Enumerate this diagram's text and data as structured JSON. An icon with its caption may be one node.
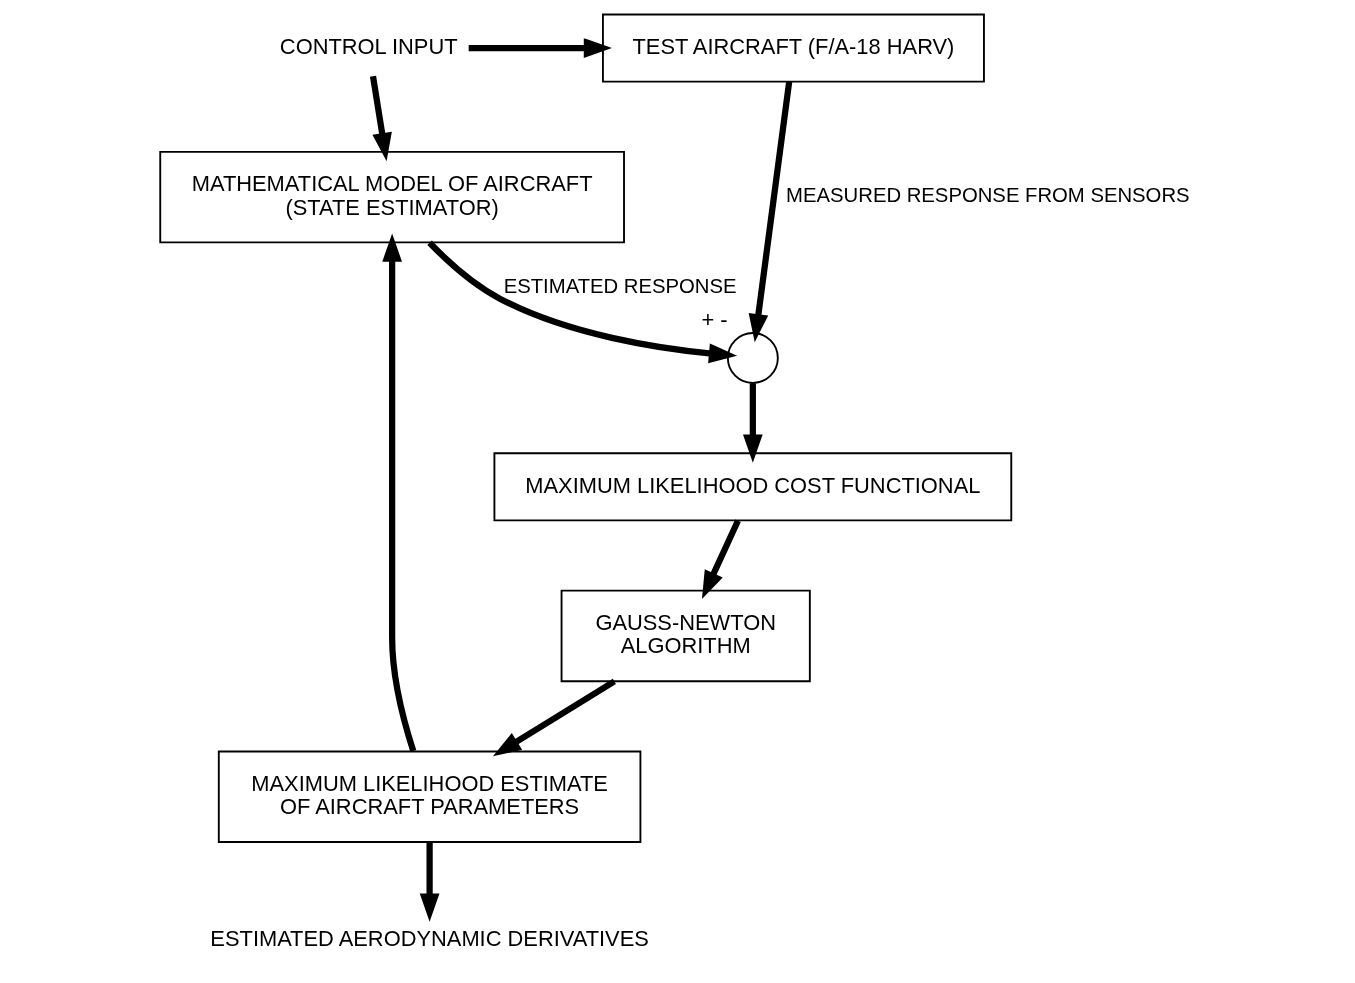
{
  "diagram": {
    "nodes": [
      {
        "text": [
          "CONTROL INPUT"
        ]
      },
      {
        "text": [
          "TEST AIRCRAFT (F/A-18 HARV)"
        ]
      },
      {
        "text": [
          "MATHEMATICAL MODEL OF AIRCRAFT",
          "(STATE ESTIMATOR)"
        ]
      },
      {
        "text": [],
        "shape": "circle",
        "beside": [
          "+",
          "-"
        ]
      },
      {
        "text": [
          "GAUSS-NEWTON",
          "ALGORITHM"
        ]
      },
      {
        "text": [
          "MAXIMUM LIKELIHOOD COST FUNCTIONAL"
        ]
      },
      {
        "text": [
          "MAXIMUM LIKELIHOOD ESTIMATE",
          "OF AIRCRAFT PARAMETERS"
        ]
      },
      {
        "text": [
          "ESTIMATED AERODYNAMIC DERIVATIVES"
        ]
      }
    ],
    "edges": [
      {
        "from": 0,
        "to": 1,
        "arrow": "to"
      },
      {
        "from": 0,
        "to": 2,
        "arrow": "to"
      },
      {
        "from": 1,
        "to": 3,
        "arrow": "to",
        "label": "MEASURED RESPONSE FROM SENSORS"
      },
      {
        "from": 2,
        "to": 3,
        "arrow": "to",
        "label": "ESTIMATED RESPONSE"
      },
      {
        "from": 3,
        "to": 5,
        "arrow": "to"
      },
      {
        "from": 5,
        "to": 4,
        "arrow": "to"
      },
      {
        "from": 4,
        "to": 6,
        "arrow": "to"
      },
      {
        "from": 6,
        "to": 2,
        "arrow": "to"
      },
      {
        "from": 6,
        "to": 7,
        "arrow": "to"
      }
    ]
  }
}
